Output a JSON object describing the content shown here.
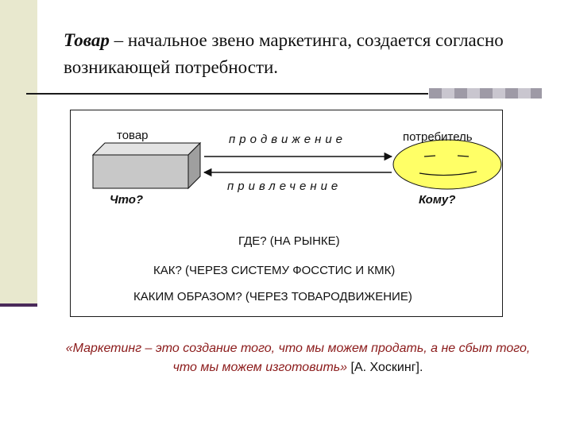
{
  "slide": {
    "title_bold": "Товар",
    "title_rest": " – начальное звено маркетинга, создается согласно возникающей потребности."
  },
  "diagram": {
    "product_label": "товар",
    "product_question": "Что?",
    "consumer_label": "потребитель",
    "consumer_question": "Кому?",
    "arrow_forward_label": "продвижение",
    "arrow_back_label": "привлечение",
    "question_where": "ГДЕ?   (НА РЫНКЕ)",
    "question_how": "КАК?  (ЧЕРЕЗ СИСТЕМУ ФОССТИС И КМК)",
    "question_which_way": "КАКИМ ОБРАЗОМ?  (ЧЕРЕЗ ТОВАРОДВИЖЕНИЕ)"
  },
  "quote": {
    "text": "«Маркетинг – это создание того, что мы можем продать, а не сбыт того, что мы можем изготовить»",
    "attribution": " [А. Хоскинг]."
  },
  "colors": {
    "box_fill": "#c8c8c8",
    "face_fill": "#ffff66",
    "quote_color": "#8b1a1a",
    "sidebar": "#e8e8ce"
  }
}
